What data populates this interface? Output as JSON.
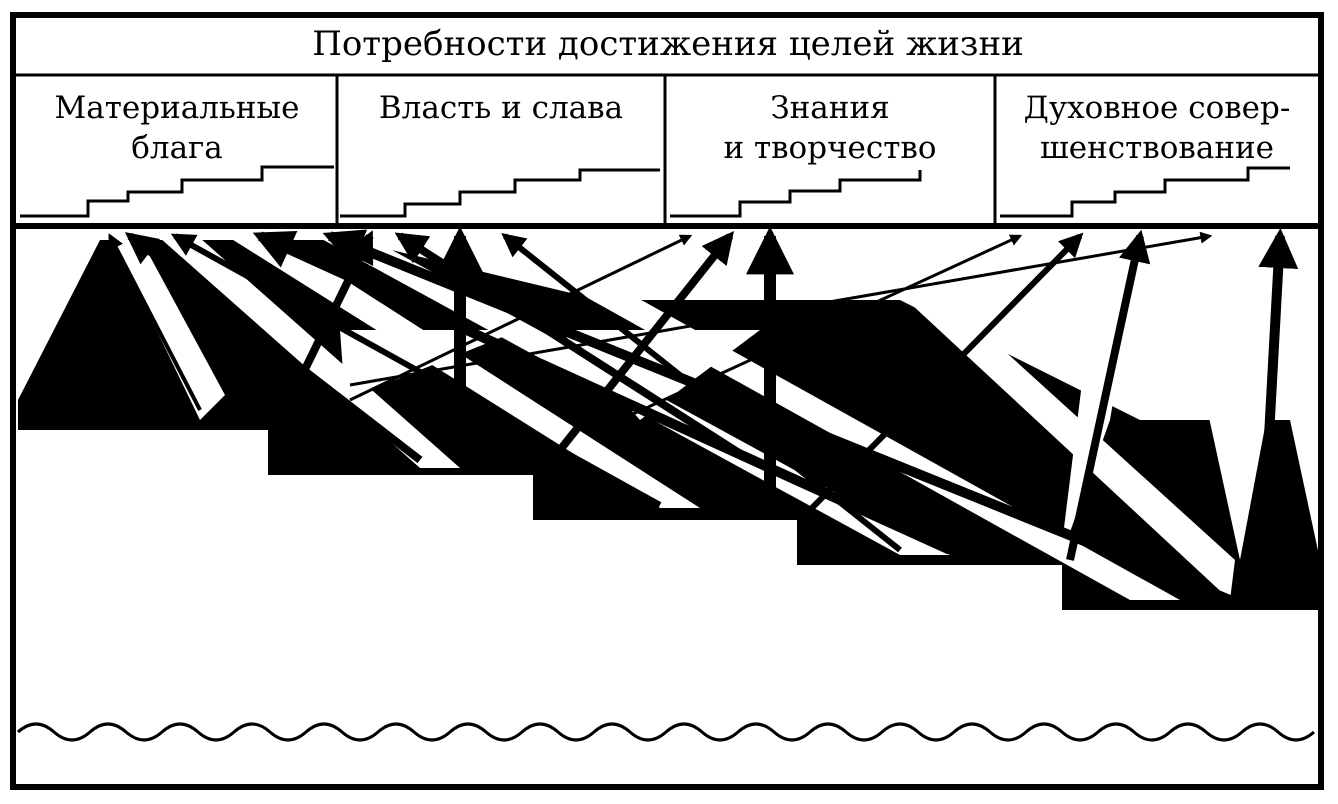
{
  "title": "Потребности достижения целей жизни",
  "categories": [
    {
      "label": "Материальные\nблага"
    },
    {
      "label": "Власть и слава"
    },
    {
      "label": "Знания\nи творчество"
    },
    {
      "label": "Духовное совер-\nшенствование"
    }
  ],
  "colors": {
    "ink": "#000000",
    "paper": "#ffffff"
  }
}
